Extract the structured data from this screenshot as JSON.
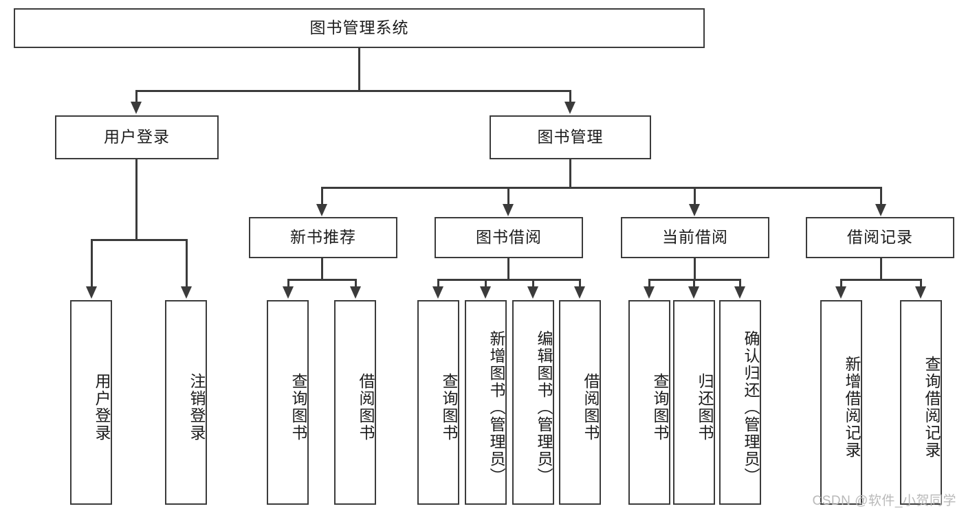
{
  "diagram": {
    "type": "tree-hierarchy-chart",
    "title": "图书管理系统",
    "background_color": "#ffffff",
    "line_color": "#3b3b3b",
    "text_color": "#1b1b1b",
    "watermark": "CSDN @软件_小贺同学"
  },
  "nodes": {
    "root": {
      "label": "图书管理系统"
    },
    "level2": [
      {
        "id": "user-login",
        "label": "用户登录"
      },
      {
        "id": "book-manage",
        "label": "图书管理"
      }
    ],
    "level3": [
      {
        "id": "new-book-recommend",
        "label": "新书推荐"
      },
      {
        "id": "book-borrow",
        "label": "图书借阅"
      },
      {
        "id": "current-borrow",
        "label": "当前借阅"
      },
      {
        "id": "borrow-record",
        "label": "借阅记录"
      }
    ],
    "leaves": {
      "user_login": [
        {
          "id": "leaf-user-login",
          "label": "用户登录"
        },
        {
          "id": "leaf-logout-login",
          "label": "注销登录"
        }
      ],
      "new_book_recommend": [
        {
          "id": "leaf-query-book-1",
          "label": "查询图书"
        },
        {
          "id": "leaf-borrow-book-1",
          "label": "借阅图书"
        }
      ],
      "book_borrow": [
        {
          "id": "leaf-query-book-2",
          "label": "查询图书"
        },
        {
          "id": "leaf-add-book",
          "label": "新增图书（管理员）"
        },
        {
          "id": "leaf-edit-book",
          "label": "编辑图书（管理员）"
        },
        {
          "id": "leaf-borrow-book-2",
          "label": "借阅图书"
        }
      ],
      "current_borrow": [
        {
          "id": "leaf-query-book-3",
          "label": "查询图书"
        },
        {
          "id": "leaf-return-book",
          "label": "归还图书"
        },
        {
          "id": "leaf-confirm-return",
          "label": "确认归还（管理员）"
        }
      ],
      "borrow_record": [
        {
          "id": "leaf-add-record",
          "label": "新增借阅记录"
        },
        {
          "id": "leaf-query-record",
          "label": "查询借阅记录"
        }
      ]
    }
  }
}
